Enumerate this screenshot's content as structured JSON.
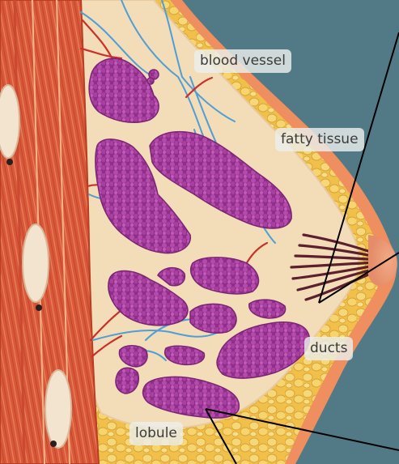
{
  "labels": {
    "blood_vessel": "blood vessel",
    "fatty_tissue": "fatty tissue",
    "ducts": "ducts",
    "lobule": "lobule"
  },
  "colors": {
    "background": "#4f7783",
    "muscle": "#d9583a",
    "fat": "#f0c04a",
    "interior": "#f4dfbc",
    "lobule": "#a53d9e",
    "vessel_blue": "#4f9ed6",
    "vessel_red": "#c8322a",
    "pointer_line": "#000000"
  }
}
